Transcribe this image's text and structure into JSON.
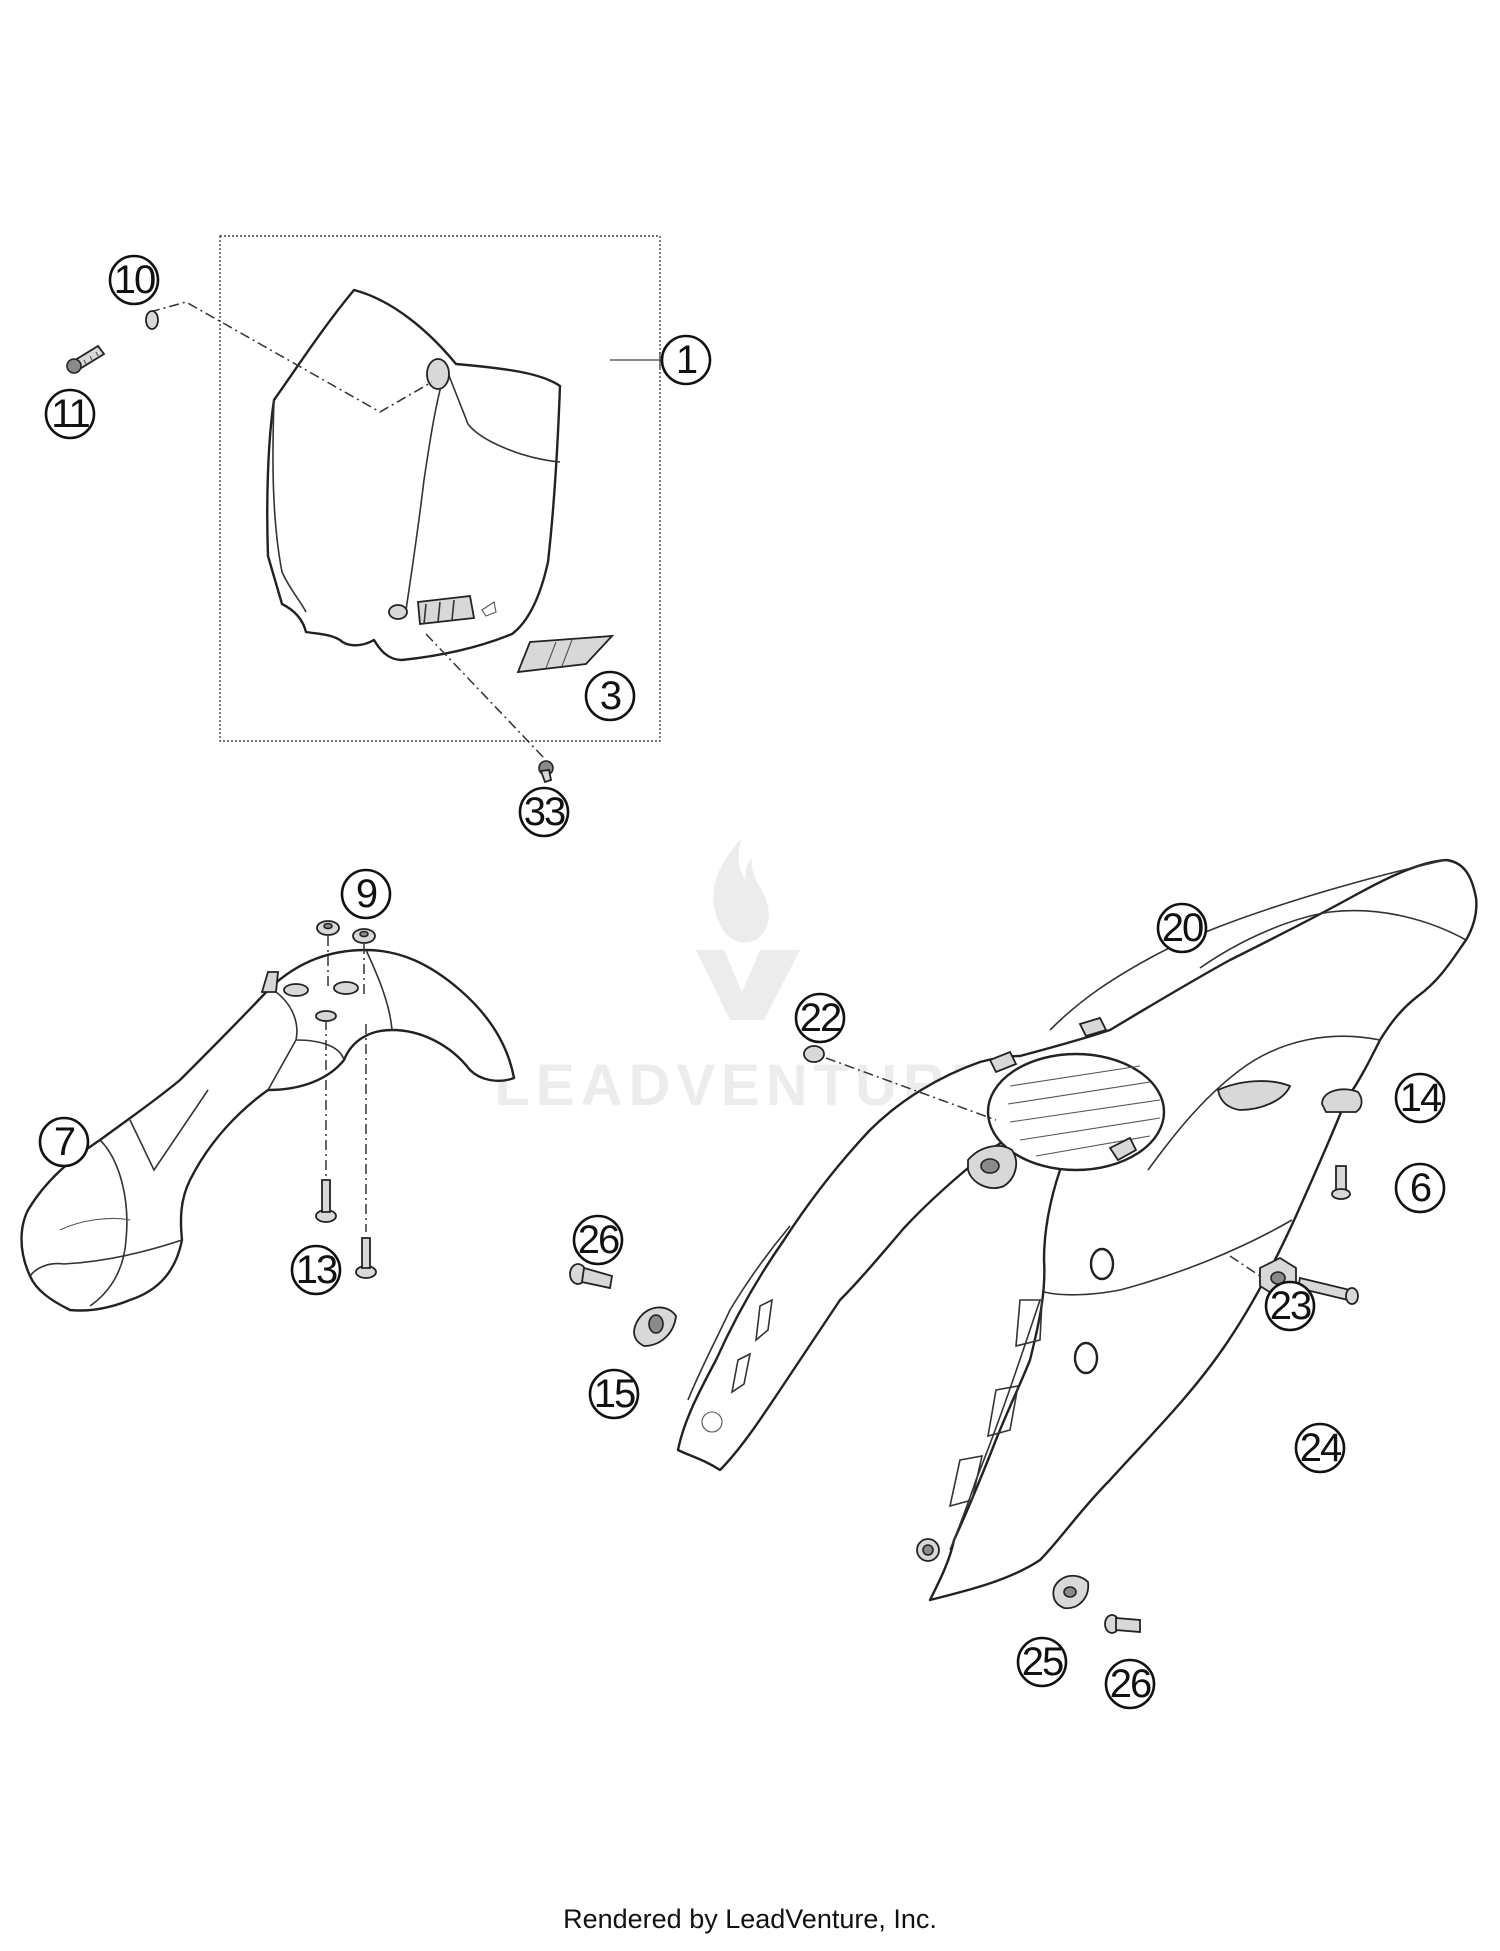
{
  "callouts": {
    "c1": "1",
    "c3": "3",
    "c6": "6",
    "c7": "7",
    "c9": "9",
    "c10": "10",
    "c11": "11",
    "c13": "13",
    "c14": "14",
    "c15": "15",
    "c20": "20",
    "c22": "22",
    "c23": "23",
    "c24": "24",
    "c25": "25",
    "c26a": "26",
    "c26b": "26",
    "c33": "33"
  },
  "watermark": {
    "text": "LEADVENTURE"
  },
  "footer": {
    "credit": "Rendered by LeadVenture, Inc."
  }
}
